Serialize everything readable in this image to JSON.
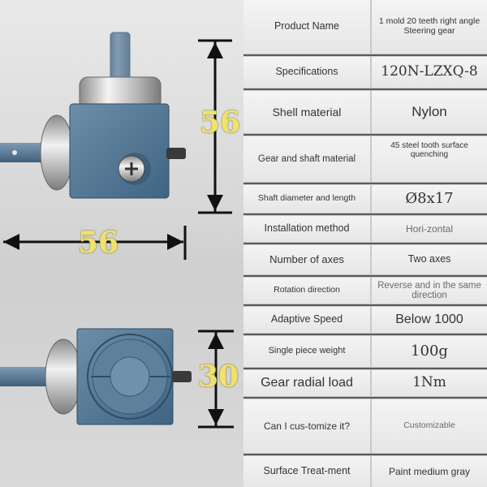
{
  "dimensions": {
    "top_view_height": "56",
    "top_view_width": "56",
    "side_view_height": "30"
  },
  "specs": [
    {
      "label": "Product Name",
      "value": "1 mold 20 teeth right angle\nSteering gear"
    },
    {
      "label": "Specifications",
      "value": "120N-LZXQ-8"
    },
    {
      "label": "Shell material",
      "value": "Nylon"
    },
    {
      "label": "Gear and shaft material",
      "value": "45 steel tooth surface quenching"
    },
    {
      "label": "Shaft diameter and length",
      "value": "Ø8x17"
    },
    {
      "label": "Installation method",
      "value": "Hori-zontal"
    },
    {
      "label": "Number of axes",
      "value": "Two axes"
    },
    {
      "label": "Rotation direction",
      "value": "Reverse and in the same direction"
    },
    {
      "label": "Adaptive Speed",
      "value": "Below 1000"
    },
    {
      "label": "Single piece weight",
      "value": "100g"
    },
    {
      "label": "Gear radial load",
      "value": "1Nm"
    },
    {
      "label": "Can I cus-tomize it?",
      "value": "Customizable"
    },
    {
      "label": "Surface Treat-ment",
      "value": "Paint medium gray"
    }
  ]
}
